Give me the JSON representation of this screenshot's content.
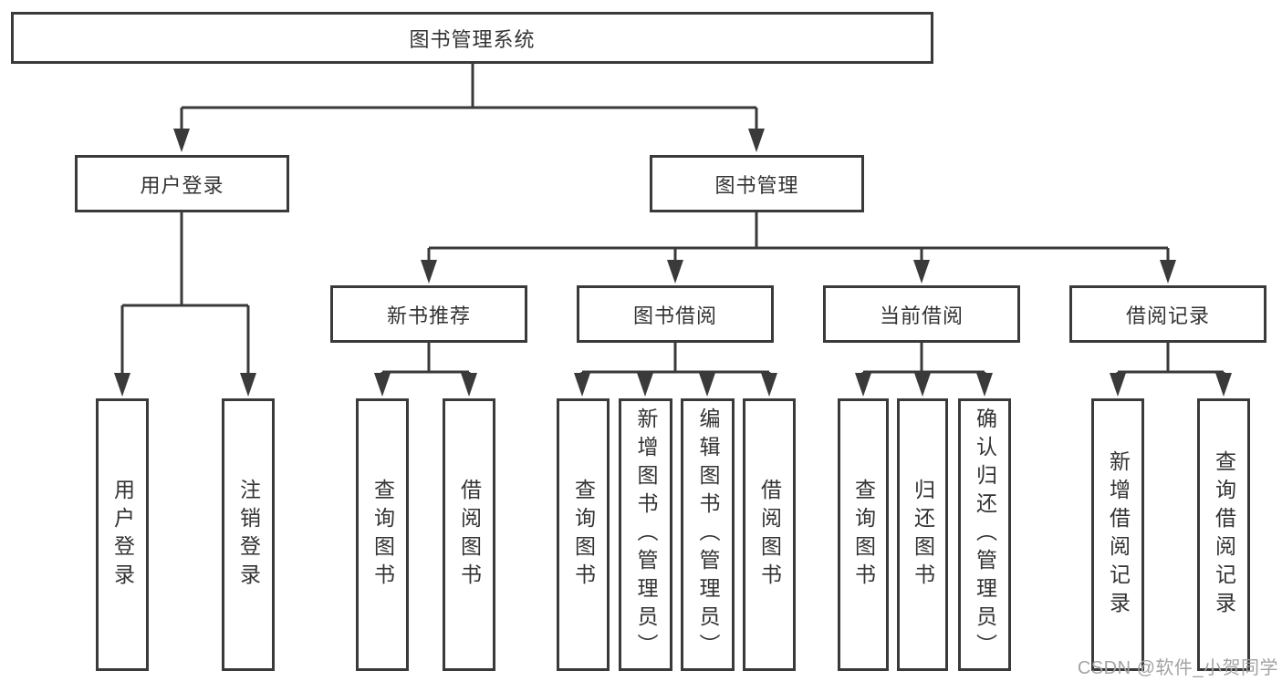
{
  "diagram_title": "图书管理系统",
  "nodes": {
    "root": "图书管理系统",
    "userLogin": "用户登录",
    "bookManagement": "图书管理",
    "newBookRecommend": "新书推荐",
    "bookBorrow": "图书借阅",
    "currentBorrow": "当前借阅",
    "borrowRecord": "借阅记录",
    "leafUserLogin": "用户登录",
    "leafLogout": "注销登录",
    "leafQueryBook1": "查询图书",
    "leafBorrowBook1": "借阅图书",
    "leafQueryBook2": "查询图书",
    "leafAddBookAdmin": "新增图书（管理员）",
    "leafEditBookAdmin": "编辑图书（管理员）",
    "leafBorrowBook2": "借阅图书",
    "leafQueryBook3": "查询图书",
    "leafReturnBook": "归还图书",
    "leafConfirmReturnAdmin": "确认归还（管理员）",
    "leafAddBorrowRecord": "新增借阅记录",
    "leafQueryBorrowRecord": "查询借阅记录"
  },
  "hierarchy": {
    "图书管理系统": [
      "用户登录",
      "图书管理"
    ],
    "用户登录": [
      "用户登录",
      "注销登录"
    ],
    "图书管理": [
      "新书推荐",
      "图书借阅",
      "当前借阅",
      "借阅记录"
    ],
    "新书推荐": [
      "查询图书",
      "借阅图书"
    ],
    "图书借阅": [
      "查询图书",
      "新增图书（管理员）",
      "编辑图书（管理员）",
      "借阅图书"
    ],
    "当前借阅": [
      "查询图书",
      "归还图书",
      "确认归还（管理员）"
    ],
    "借阅记录": [
      "新增借阅记录",
      "查询借阅记录"
    ]
  },
  "watermark": {
    "text": "CSDN @软件_小贺同学"
  },
  "colors": {
    "line": "#3a3a3a",
    "text": "#333333",
    "background": "#ffffff",
    "watermark": "#a3a3a3"
  }
}
